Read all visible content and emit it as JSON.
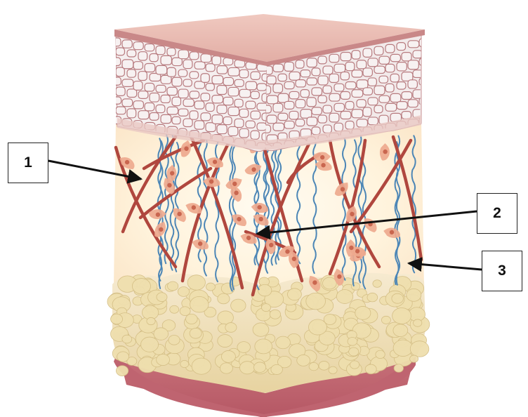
{
  "labels": [
    {
      "id": "1",
      "text": "1"
    },
    {
      "id": "2",
      "text": "2"
    },
    {
      "id": "3",
      "text": "3"
    }
  ],
  "colors": {
    "epidermis_cell_fill": "#f7f1f1",
    "epidermis_cell_border": "#b77a7e",
    "skin_surface": "#e8b7ae",
    "dermis_glow": "#fff3dc",
    "collagen_fiber": "#b0473e",
    "elastin_fiber": "#4c86b6",
    "fibroblast": "#eea98e",
    "fat_lobule": "#efdfae",
    "muscle_layer": "#c86a73",
    "pointer_line": "#111111"
  },
  "icons": [
    "skin-cross-section-illustration",
    "pointer-arrow"
  ]
}
